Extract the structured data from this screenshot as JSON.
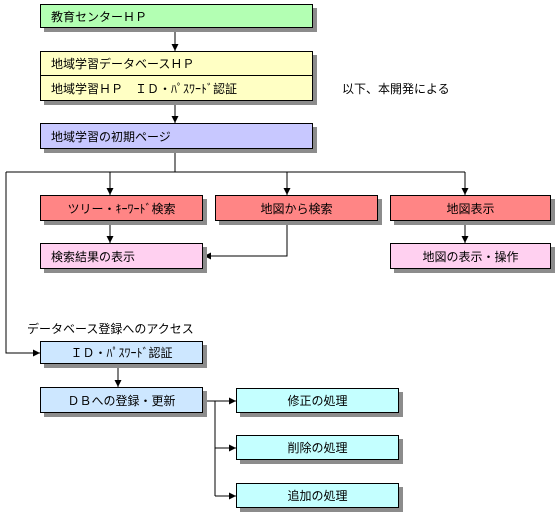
{
  "nodes": {
    "kyoiku_hp": "教育センターＨＰ",
    "chiiki_db_hp": "地域学習データベースＨＰ",
    "chiiki_id_auth": "地域学習ＨＰ　ＩＤ・ﾊﾟｽﾜｰﾄﾞ認証",
    "initial_page": "地域学習の初期ページ",
    "tree_search": "ツリー・ｷｰﾜｰﾄﾞ検索",
    "map_search": "地図から検索",
    "map_display": "地図表示",
    "search_results": "検索結果の表示",
    "map_operation": "地図の表示・操作",
    "id_auth": "ＩＤ・ﾊﾟｽﾜｰﾄﾞ認証",
    "db_register": "ＤＢへの登録・更新",
    "edit": "修正の処理",
    "delete": "削除の処理",
    "add": "追加の処理"
  },
  "annotations": {
    "this_development": "以下、本開発による",
    "db_access": "データベース登録へのアクセス"
  },
  "colors": {
    "green": "#b3ffb3",
    "yellow": "#ffffc4",
    "purple": "#c8c8ff",
    "red": "#ff8585",
    "pink": "#ffd0f0",
    "blue": "#cde7ff",
    "cyan": "#c4ffff",
    "shadow": "#8c8c8c"
  }
}
